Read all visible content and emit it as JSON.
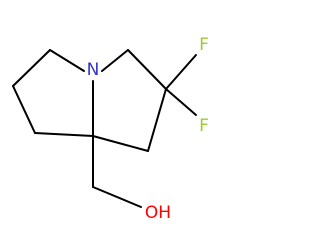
{
  "molecule": {
    "atoms": [
      {
        "id": "N",
        "label": "N",
        "color": "#3333cc"
      },
      {
        "id": "F1",
        "label": "F",
        "color": "#99cc33"
      },
      {
        "id": "F2",
        "label": "F",
        "color": "#99cc33"
      },
      {
        "id": "OH",
        "label": "OH",
        "color": "#ff0000"
      }
    ],
    "bond_color": "#000000"
  }
}
